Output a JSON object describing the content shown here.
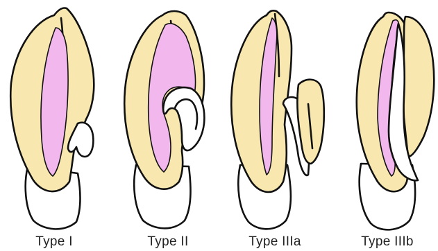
{
  "figure": {
    "labels": {
      "type_i": "Type I",
      "type_ii": "Type II",
      "type_iiia": "Type IIIa",
      "type_iiib": "Type IIIb"
    }
  },
  "colors": {
    "enamel": "#F8E8B0",
    "pulp": "#F2B8EE",
    "root": "#FFFFFF",
    "outline": "#111111"
  }
}
